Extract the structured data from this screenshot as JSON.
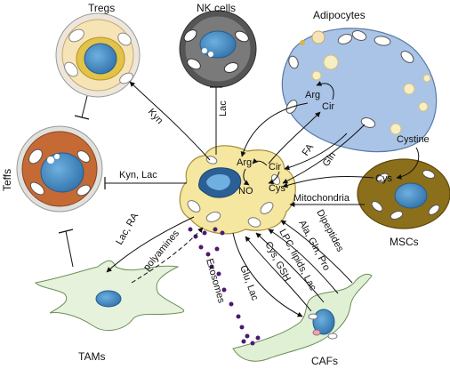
{
  "cells": {
    "tregs": "Tregs",
    "nk": "NK cells",
    "adipocytes": "Adipocytes",
    "teffs": "Teffs",
    "mscs": "MSCs",
    "tams": "TAMs",
    "cafs": "CAFs"
  },
  "metabolites": {
    "arg_tumor": "Arg",
    "cir_tumor": "Cir",
    "no": "NO",
    "cys_tumor": "Cys",
    "arg_adipo": "Arg",
    "cir_adipo": "Cir",
    "cys_msc": "Cys",
    "cystine": "Cystine"
  },
  "edges": {
    "kyn": "Kyn",
    "lac_nk": "Lac",
    "kyn_lac": "Kyn, Lac",
    "fa": "FA",
    "gln": "Gln",
    "mitochondria": "Mitochondria",
    "dipeptides": "Dipeptides",
    "ala_gln_pro": "Ala, Gln, Pro",
    "lpc_lipids_lac": "LPC, lipids, Lac",
    "cys_gsh": "Cys, GSH",
    "glu_lac": "Glu, Lac",
    "exosomes": "Exosomes",
    "polyamines": "polyamines",
    "lac_ra": "Lac, RA"
  },
  "colors": {
    "tregs_fill": "#f6e3b6",
    "tregs_ring": "#ece6dc",
    "nk_ring": "#555555",
    "nk_fill": "#7a7a7a",
    "teffs_fill": "#c56a35",
    "adipo_fill": "#a9c4e6",
    "tumor_fill": "#f5e6a0",
    "msc_fill": "#8c6f1a",
    "caf_fill": "#dff0d4",
    "tam_fill": "#e6f2dc",
    "nucleus": "#4a8fc8",
    "exosome": "#4a1a72"
  }
}
